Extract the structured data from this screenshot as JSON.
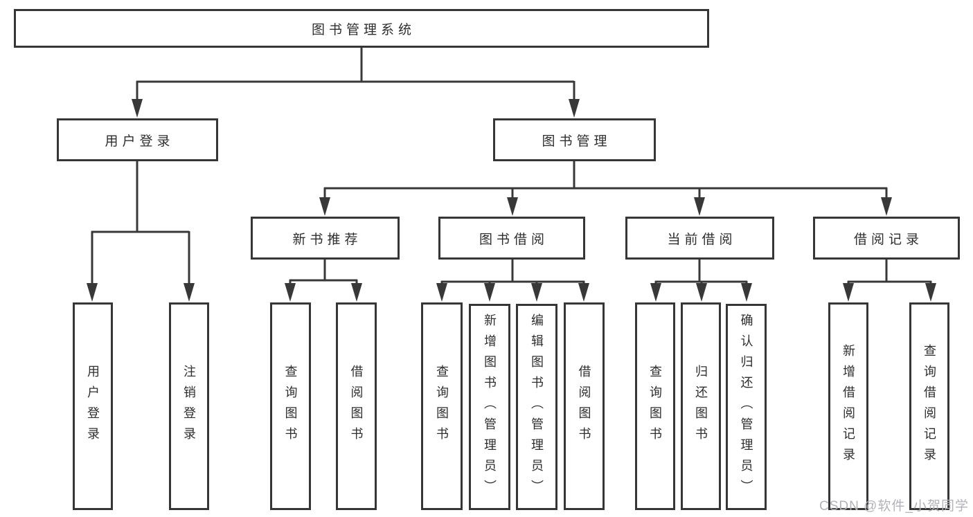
{
  "diagram": {
    "root": "图书管理系统",
    "level2": {
      "user_login": "用户登录",
      "book_mgmt": "图书管理"
    },
    "level3": {
      "new_book_rec": "新书推荐",
      "book_borrow": "图书借阅",
      "current_borrow": "当前借阅",
      "borrow_record": "借阅记录"
    },
    "leaves": {
      "user_login": "用户登录",
      "logout": "注销登录",
      "query_book_1": "查询图书",
      "borrow_book_1": "借阅图书",
      "query_book_2": "查询图书",
      "add_book_admin": "新增图书（管理员）",
      "edit_book_admin": "编辑图书（管理员）",
      "borrow_book_2": "借阅图书",
      "query_book_3": "查询图书",
      "return_book": "归还图书",
      "confirm_return_admin": "确认归还（管理员）",
      "add_borrow_record": "新增借阅记录",
      "query_borrow_record": "查询借阅记录"
    },
    "line_color": "#383838",
    "border_color": "#363636"
  },
  "watermark": "CSDN @软件_小贺同学"
}
